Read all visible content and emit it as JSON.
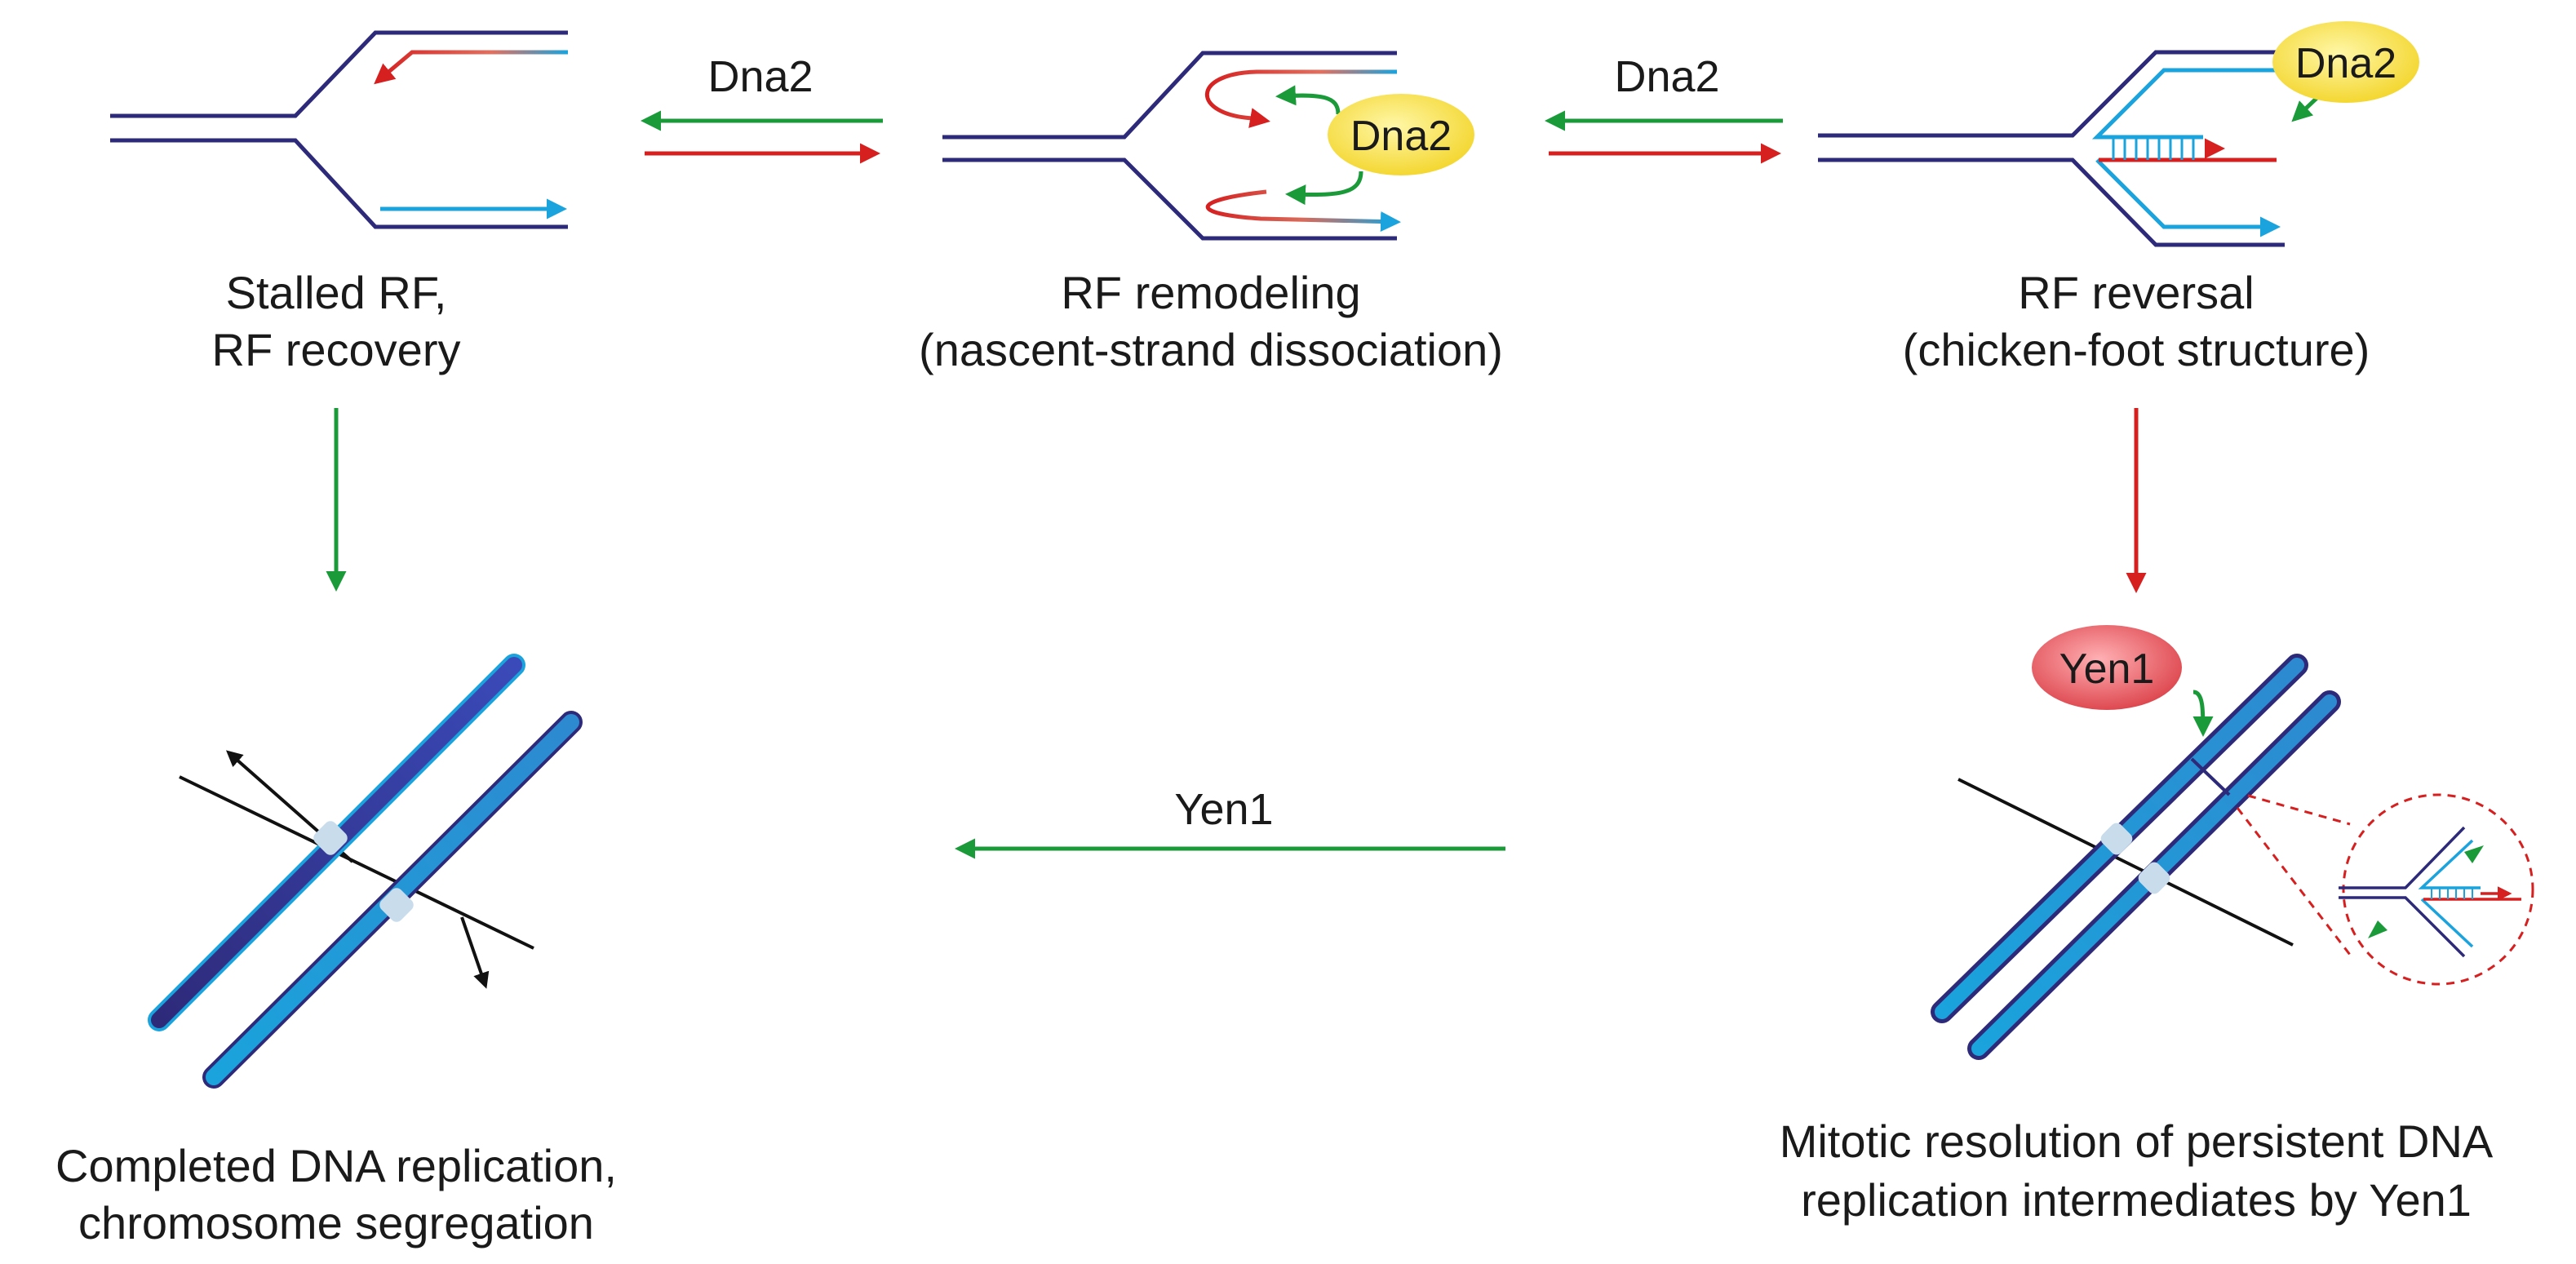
{
  "labels": {
    "dna2_arrow_left": "Dna2",
    "dna2_arrow_right": "Dna2",
    "dna2_bubble_middle": "Dna2",
    "dna2_bubble_right": "Dna2",
    "yen1_arrow": "Yen1",
    "yen1_bubble": "Yen1"
  },
  "captions": {
    "stalled": [
      "Stalled RF,",
      "RF recovery"
    ],
    "remodeling": [
      "RF remodeling",
      "(nascent-strand dissociation)"
    ],
    "reversal": [
      "RF reversal",
      "(chicken-foot structure)"
    ],
    "completed": [
      "Completed DNA replication,",
      "chromosome segregation"
    ],
    "mitotic": [
      "Mitotic resolution of persistent DNA",
      "replication intermediates by Yen1"
    ]
  },
  "colors": {
    "parental_strand": "#2e2a7a",
    "nascent_strand": "#1aa3dc",
    "red_arrow": "#d62020",
    "green_arrow": "#1b9a3a",
    "dna2_fill": "#f5e04a",
    "yen1_fill": "#e0545a",
    "dashed_circle": "#d62020"
  }
}
